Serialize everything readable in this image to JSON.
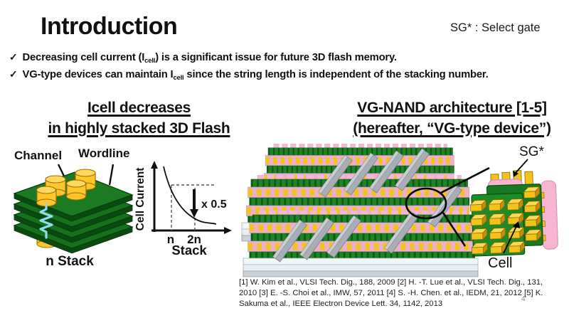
{
  "slide": {
    "title": "Introduction",
    "sg_note": "SG* : Select gate",
    "page_number": "4",
    "check": "✓"
  },
  "bullets": {
    "b1": {
      "pre": "Decreasing cell current (I",
      "sub": "cell",
      "post": ") is a significant issue for future 3D flash memory."
    },
    "b2": {
      "pre": "VG-type devices can maintain I",
      "sub": "cell",
      "post": " since the string length is independent of the stacking number."
    }
  },
  "left_panel": {
    "heading1": "Icell decreases",
    "heading2": "in highly stacked 3D Flash",
    "channel_label": "Channel",
    "wordline_label": "Wordline",
    "stack_caption": "n Stack"
  },
  "chart_data": {
    "type": "line",
    "title": "Cell current vs stacking number",
    "ylabel": "Cell Current",
    "xlabel": "Stack",
    "x_ticks": [
      "n",
      "2n"
    ],
    "annotation": "x 0.5",
    "series": [
      {
        "name": "cell-current",
        "x": [
          "n",
          "2n"
        ],
        "relative_current": [
          1.0,
          0.5
        ]
      }
    ],
    "note": "Monotonically decreasing convex curve; cell current halves (x0.5) when stack count doubles from n to 2n",
    "grid": "dashed guides at n and 2n only",
    "legend": "none"
  },
  "right_panel": {
    "heading1": "VG-NAND architecture [1-5]",
    "heading2": "(hereafter, “VG-type device”)",
    "sg_label": "SG*",
    "cell_label": "Cell",
    "references": "[1] W. Kim et al., VLSI Tech. Dig., 188, 2009 [2] H. -T. Lue et al., VLSI Tech. Dig., 131, 2010 [3] E. -S. Choi et al., IMW, 57, 2011 [4] S. -H. Chen. et al., IEDM, 21, 2012 [5] K. Sakuma et al., IEEE Electron Device Lett. 34, 1142, 2013"
  },
  "colors": {
    "wordline_green": "#17701D",
    "channel_yellow": "#FFC52B",
    "resistor_cyan": "#8FDDE6",
    "arch_green": "#1E8426",
    "cell_pink": "#EDAFD0",
    "cell_yellow": "#F3C31D",
    "sg_pink": "#F7B5D1",
    "beam_gray": "#A9AEB6",
    "slab_white": "#F1F6F9"
  }
}
